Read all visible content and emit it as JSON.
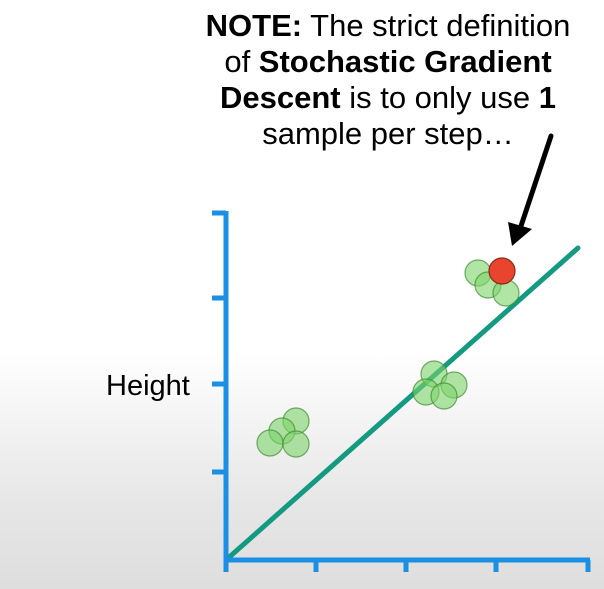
{
  "note": {
    "line1_bold": "NOTE:",
    "line1_text": " The strict definition",
    "line2_text": "of ",
    "line2_bold": "Stochastic Gradient",
    "line3_bold": "Descent",
    "line3_text": " is to only use ",
    "line3_bold2": "1",
    "line4_text": "sample per step…"
  },
  "axis": {
    "ylabel": "Height",
    "color": "#1a8fe3"
  },
  "fit_line": {
    "color": "#139a80"
  },
  "colors": {
    "green_point": "#7dd46a",
    "highlight_point": "#e8442e",
    "arrow": "#000000"
  }
}
